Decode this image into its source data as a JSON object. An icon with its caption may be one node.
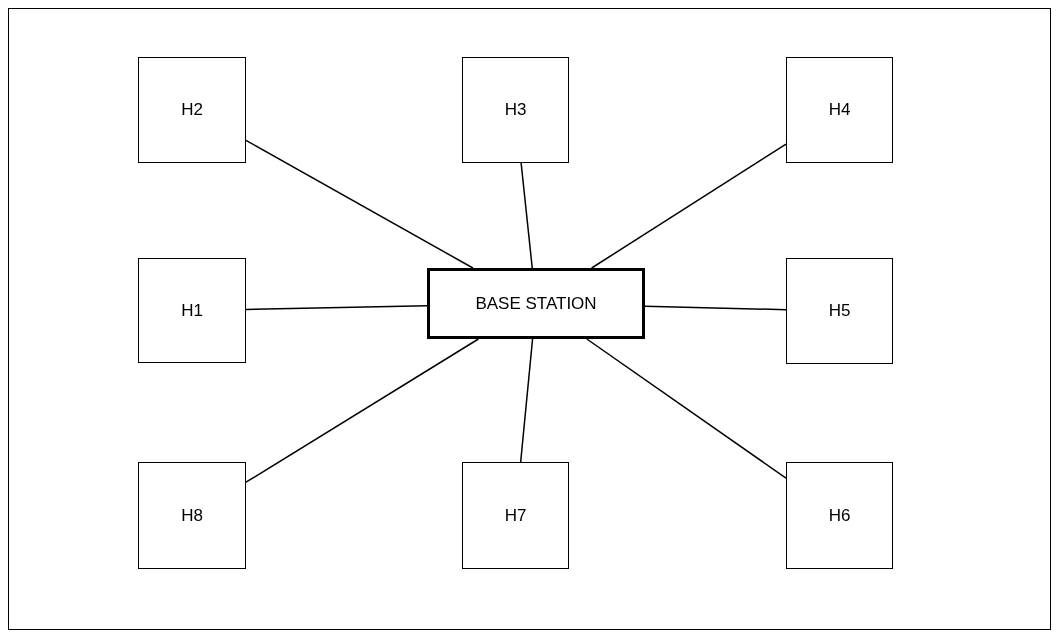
{
  "diagram": {
    "nodes": [
      {
        "text": [
          "H2"
        ]
      },
      {
        "text": [
          "H3"
        ]
      },
      {
        "text": [
          "H4"
        ]
      },
      {
        "text": [
          "H1"
        ]
      },
      {
        "text": [
          "BASE STATION"
        ]
      },
      {
        "text": [
          "H5"
        ]
      },
      {
        "text": [
          "H8"
        ]
      },
      {
        "text": [
          "H7"
        ]
      },
      {
        "text": [
          "H6"
        ]
      }
    ],
    "edges": [
      {
        "from": 4,
        "to": 0,
        "arrow": "none"
      },
      {
        "from": 4,
        "to": 1,
        "arrow": "none"
      },
      {
        "from": 4,
        "to": 2,
        "arrow": "none"
      },
      {
        "from": 4,
        "to": 3,
        "arrow": "none"
      },
      {
        "from": 4,
        "to": 5,
        "arrow": "none"
      },
      {
        "from": 4,
        "to": 6,
        "arrow": "none"
      },
      {
        "from": 4,
        "to": 7,
        "arrow": "none"
      },
      {
        "from": 4,
        "to": 8,
        "arrow": "none"
      }
    ]
  }
}
